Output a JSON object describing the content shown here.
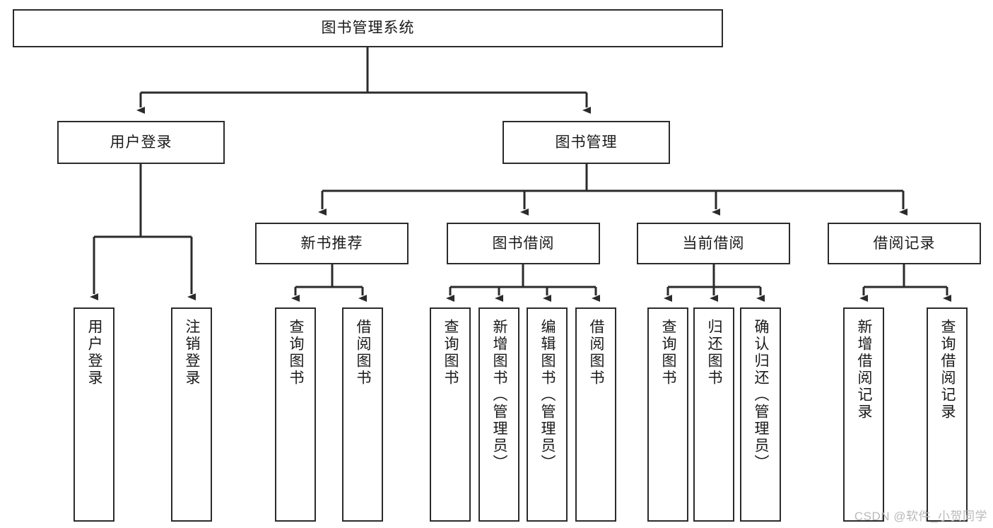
{
  "diagram": {
    "title": "图书管理系统",
    "type": "tree-hierarchy-diagram",
    "colors": {
      "box_border": "#2b2b2b",
      "box_fill": "#ffffff",
      "connector": "#2b2b2b",
      "text": "#1a1a1a",
      "watermark": "#b9b9b9",
      "background": "#ffffff"
    },
    "root": {
      "label": "图书管理系统"
    },
    "level2": [
      {
        "label": "用户登录"
      },
      {
        "label": "图书管理"
      }
    ],
    "level3": [
      {
        "label": "新书推荐"
      },
      {
        "label": "图书借阅"
      },
      {
        "label": "当前借阅"
      },
      {
        "label": "借阅记录"
      }
    ],
    "leaves": {
      "user_login": [
        {
          "label": "用户登录"
        },
        {
          "label": "注销登录"
        }
      ],
      "new_book_recommend": [
        {
          "label": "查询图书"
        },
        {
          "label": "借阅图书"
        }
      ],
      "book_borrow": [
        {
          "label": "查询图书"
        },
        {
          "label": "新增图书（管理员）"
        },
        {
          "label": "编辑图书（管理员）"
        },
        {
          "label": "借阅图书"
        }
      ],
      "current_borrow": [
        {
          "label": "查询图书"
        },
        {
          "label": "归还图书"
        },
        {
          "label": "确认归还（管理员）"
        }
      ],
      "borrow_record": [
        {
          "label": "新增借阅记录"
        },
        {
          "label": "查询借阅记录"
        }
      ]
    }
  },
  "watermark": {
    "text": "CSDN @软件_小贺同学"
  }
}
